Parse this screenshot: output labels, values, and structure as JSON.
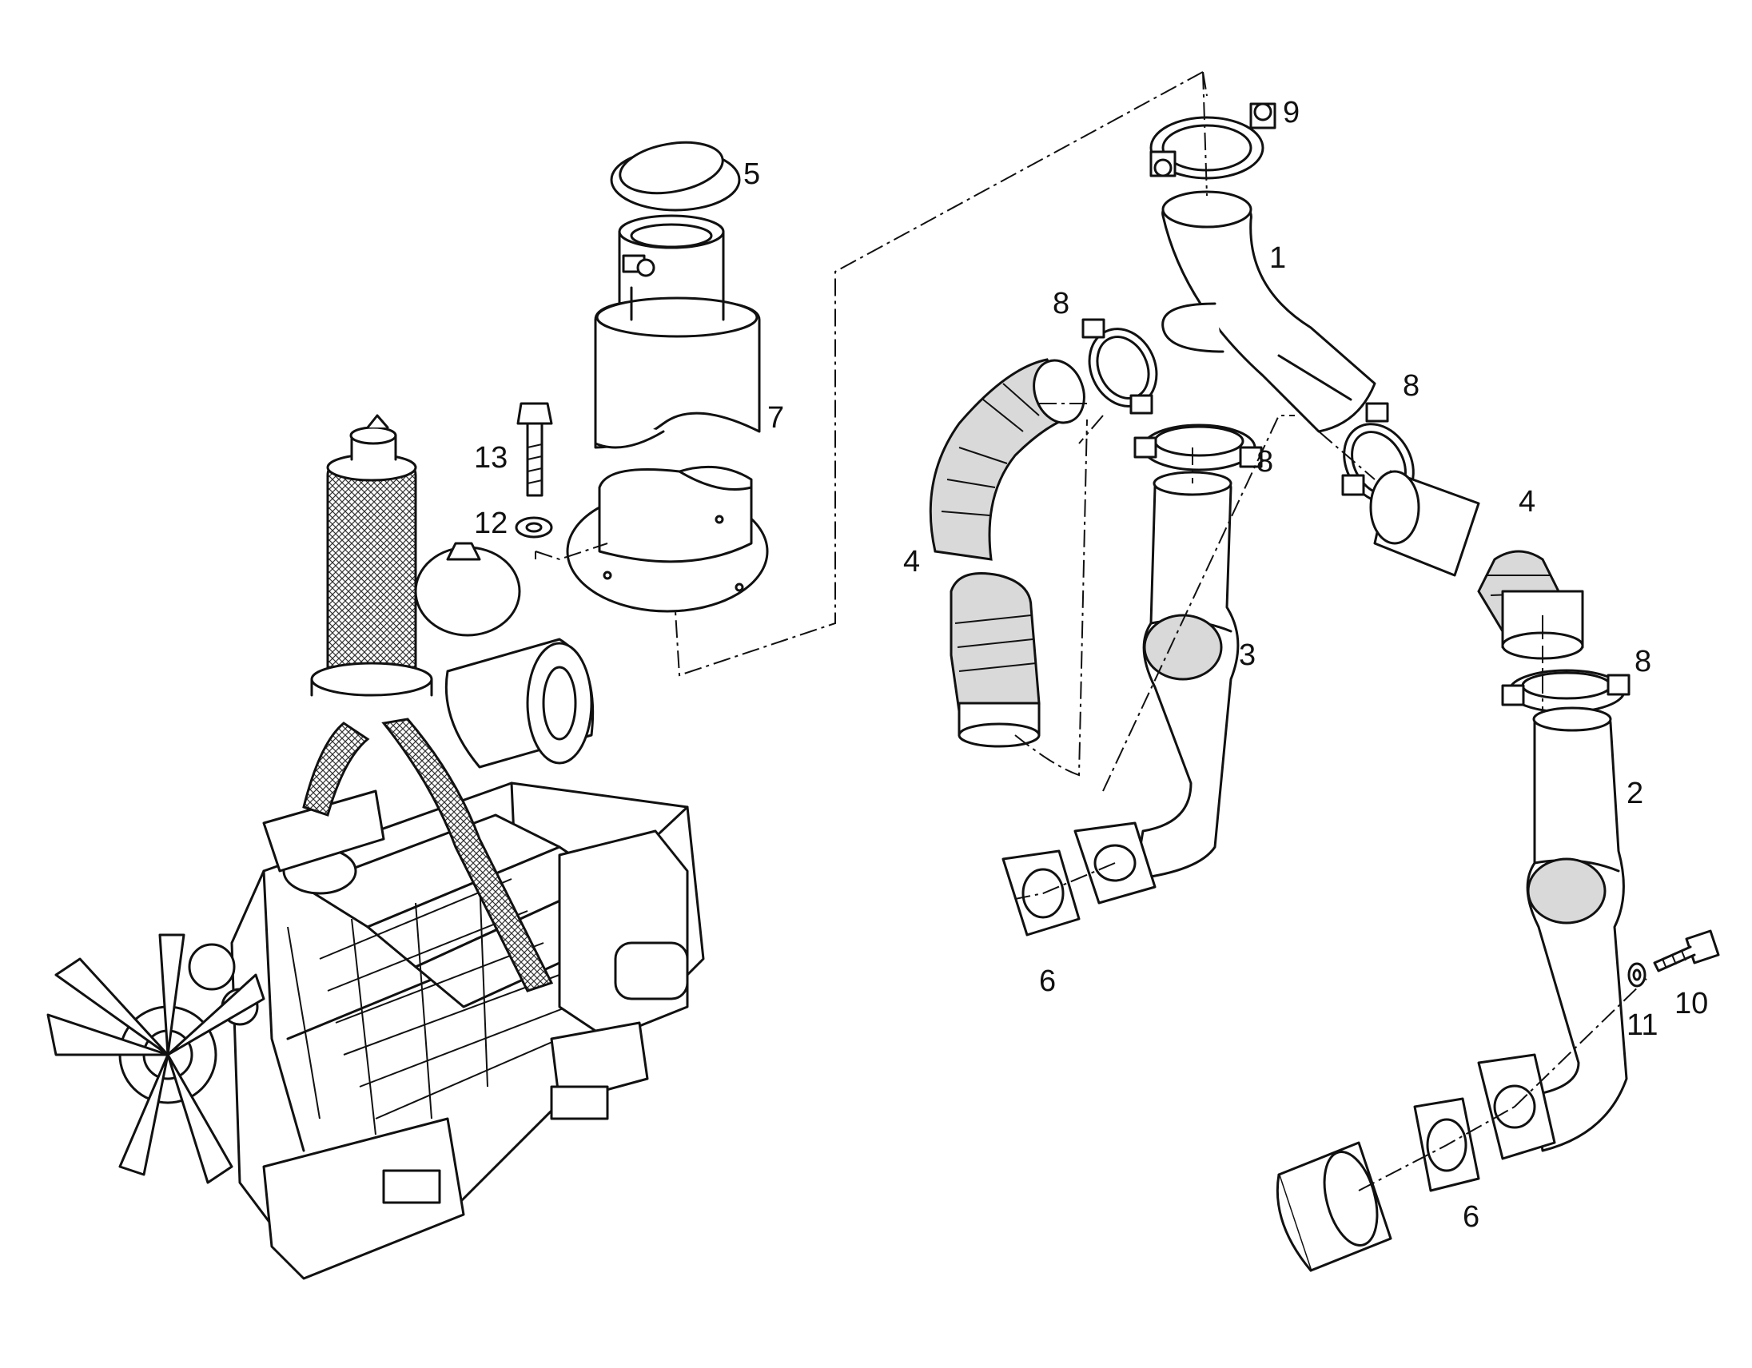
{
  "callouts": [
    {
      "id": "label-1",
      "text": "1"
    },
    {
      "id": "label-2",
      "text": "2"
    },
    {
      "id": "label-3",
      "text": "3"
    },
    {
      "id": "label-4a",
      "text": "4"
    },
    {
      "id": "label-4b",
      "text": "4"
    },
    {
      "id": "label-5",
      "text": "5"
    },
    {
      "id": "label-6a",
      "text": "6"
    },
    {
      "id": "label-6b",
      "text": "6"
    },
    {
      "id": "label-7",
      "text": "7"
    },
    {
      "id": "label-8a",
      "text": "8"
    },
    {
      "id": "label-8b",
      "text": "8"
    },
    {
      "id": "label-8c",
      "text": "8"
    },
    {
      "id": "label-8d",
      "text": "8"
    },
    {
      "id": "label-9",
      "text": "9"
    },
    {
      "id": "label-10",
      "text": "10"
    },
    {
      "id": "label-11",
      "text": "11"
    },
    {
      "id": "label-12",
      "text": "12"
    },
    {
      "id": "label-13",
      "text": "13"
    }
  ],
  "colors": {
    "ink": "#111111",
    "paper": "#ffffff",
    "shade": "#d9d9d9"
  }
}
